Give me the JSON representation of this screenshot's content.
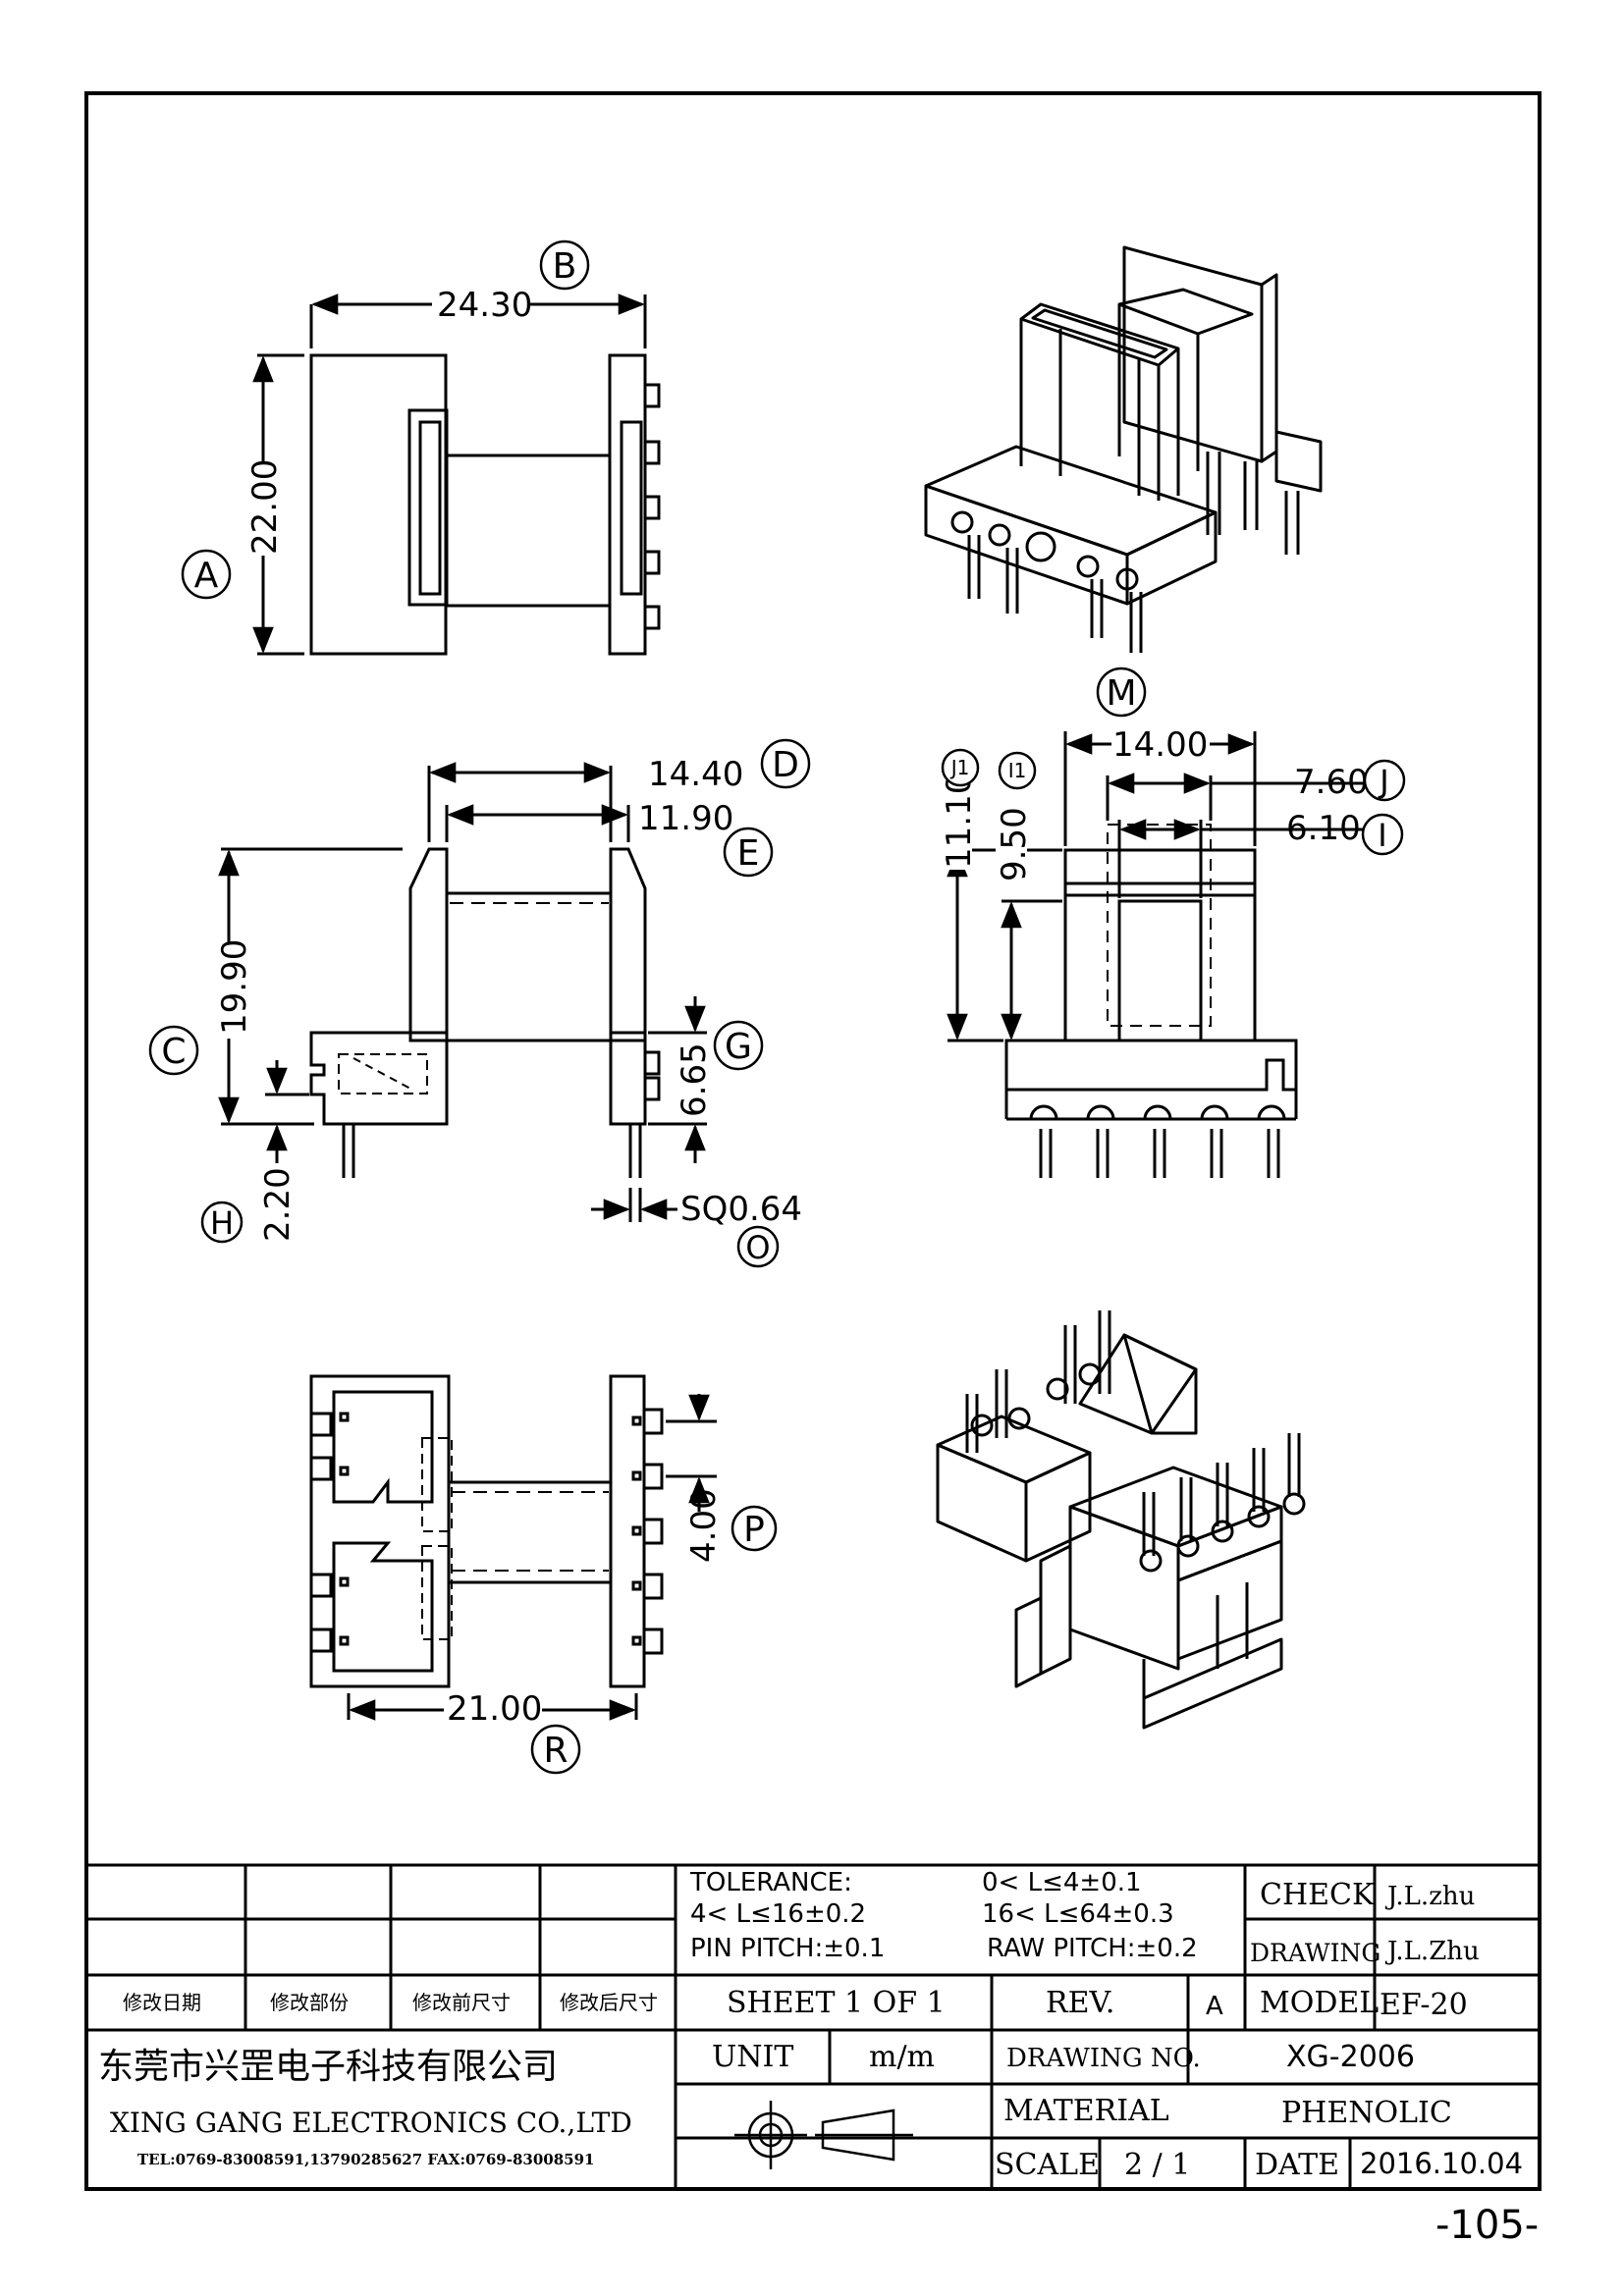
{
  "dimensions": {
    "B": "24.30",
    "A": "22.00",
    "D": "14.40",
    "E": "11.90",
    "C": "19.90",
    "G": "6.65",
    "H": "2.20",
    "O": "SQ0.64",
    "width_14": "14.00",
    "J": "7.60",
    "I": "6.10",
    "J1": "11.10",
    "I1": "9.50",
    "P": "4.00",
    "R": "21.00"
  },
  "labels": {
    "A": "A",
    "B": "B",
    "C": "C",
    "D": "D",
    "E": "E",
    "G": "G",
    "H": "H",
    "I": "I",
    "J": "J",
    "I1": "I1",
    "J1": "J1",
    "M": "M",
    "O": "O",
    "P": "P",
    "R": "R"
  },
  "title_block": {
    "tolerance_title": "TOLERANCE:",
    "tol_1": "0< L≤4±0.1",
    "tol_2": "4< L≤16±0.2",
    "tol_3": "16< L≤64±0.3",
    "pin_pitch": "PIN PITCH:±0.1",
    "raw_pitch": "RAW PITCH:±0.2",
    "check_label": "CHECK",
    "check_value": "J.L.zhu",
    "drawing_label": "DRAWING",
    "drawing_value": "J.L.Zhu",
    "rev_headers": [
      "修改日期",
      "修改部份",
      "修改前尺寸",
      "修改后尺寸"
    ],
    "sheet": "SHEET 1 OF 1",
    "rev_label": "REV.",
    "rev_value": "A",
    "model_label": "MODEL",
    "model_value": "EF-20",
    "company_cn": "东莞市兴罡电子科技有限公司",
    "company_en": "XING GANG ELECTRONICS CO.,LTD",
    "contact": "TEL:0769-83008591,13790285627 FAX:0769-83008591",
    "unit_label": "UNIT",
    "unit_value": "m/m",
    "drawing_no_label": "DRAWING NO.",
    "drawing_no_value": "XG-2006",
    "material_label": "MATERIAL",
    "material_value": "PHENOLIC",
    "scale_label": "SCALE",
    "scale_value": "2 / 1",
    "date_label": "DATE",
    "date_value": "2016.10.04"
  },
  "page_number": "-105-"
}
